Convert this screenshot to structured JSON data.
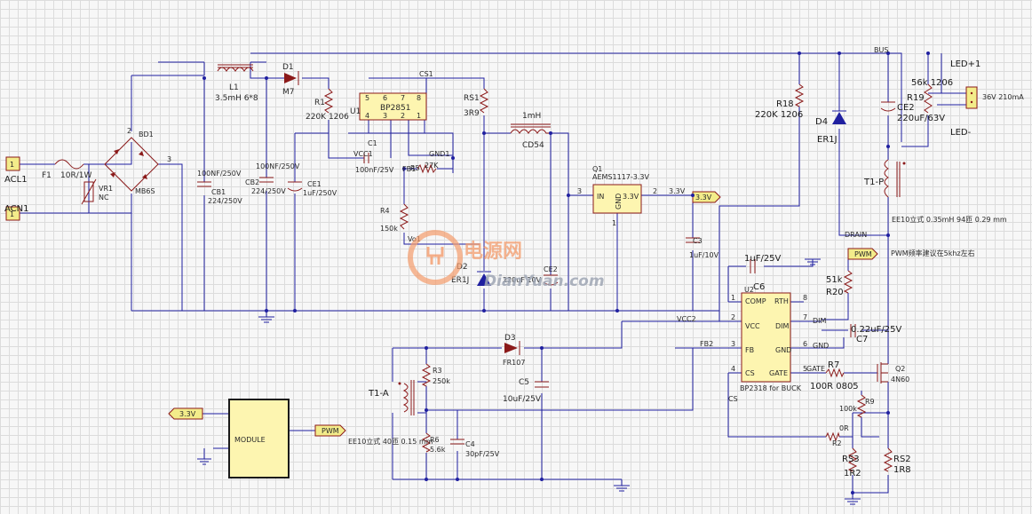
{
  "schematic": {
    "ports": {
      "acl": "ACL1",
      "acn": "ACN1",
      "led_plus": "LED+1",
      "led_minus": "LED-",
      "bus": "BUS",
      "drain": "DRAIN",
      "led_spec": "36V 210mA"
    },
    "fuse": {
      "ref": "F1",
      "value": "10R/1W"
    },
    "varistor": {
      "ref": "VR1",
      "value": "NC"
    },
    "bridge": {
      "ref": "BD1",
      "value": "MB6S",
      "pin2": "2",
      "pin3": "3"
    },
    "inductor_l1": {
      "ref": "L1",
      "value": "3.5mH 6*8"
    },
    "cb1": {
      "ref": "CB1",
      "value": "100NF/250V",
      "note": "224/250V"
    },
    "cb2": {
      "ref": "CB2",
      "value": "100NF/250V",
      "note": "224/250V"
    },
    "d1": {
      "ref": "D1",
      "value": "M7"
    },
    "r1": {
      "ref": "R1",
      "value": "220K 1206"
    },
    "u1": {
      "ref": "U1",
      "part": "BP2851",
      "pins": [
        "5",
        "6",
        "7",
        "8",
        "4",
        "3",
        "2",
        "1"
      ]
    },
    "cs1": "CS1",
    "c1": {
      "ref": "C1",
      "value": "100nF/25V"
    },
    "vcc1": "VCC1",
    "gnd1": "GND1",
    "ce1": {
      "ref": "CE1",
      "value": "1uF/250V"
    },
    "rs1": {
      "ref": "RS1",
      "value": "3R9"
    },
    "r5": {
      "ref": "R5",
      "value": "27K"
    },
    "fb1": "FB1",
    "r4": {
      "ref": "R4",
      "value": "150k"
    },
    "vo1": "Vo1",
    "l_1mh": {
      "ref": "CD54",
      "value": "1mH"
    },
    "d2": {
      "ref": "D2",
      "value": "ER1J"
    },
    "ce2b": {
      "ref": "CE2",
      "value": "220uF 10V"
    },
    "q1": {
      "ref": "Q1",
      "part": "AEMS1117-3.3V",
      "in": "IN",
      "out": "3.3V",
      "gnd": "GND",
      "pin_in": "3",
      "pin_out": "2",
      "pin_gnd": "1"
    },
    "net_33v": "3.3V",
    "c3": {
      "ref": "C3",
      "value": "1uF/10V"
    },
    "r18": {
      "ref": "R18",
      "value": "220K 1206"
    },
    "d4": {
      "ref": "D4",
      "value": "ER1J"
    },
    "r19": {
      "ref": "R19",
      "value": "56k 1206"
    },
    "ce2": {
      "ref": "CE2",
      "value": "220uF/63V"
    },
    "t1p": {
      "ref": "T1-P",
      "note": "EE10立式 0.35mH 94匝 0.29 mm"
    },
    "pwm_note": "PWM频率建议在5khz左右",
    "pwm": "PWM",
    "u2": {
      "ref": "U2",
      "part": "BP2318 for BUCK",
      "pins": {
        "comp": "COMP",
        "rth": "RTH",
        "vcc": "VCC",
        "dim": "DIM",
        "fb": "FB",
        "gnd": "GND",
        "cs": "CS",
        "gate": "GATE"
      },
      "pin_nums": [
        "1",
        "8",
        "2",
        "7",
        "3",
        "6",
        "4",
        "5"
      ]
    },
    "c6": {
      "ref": "C6",
      "value": "1uF/25V"
    },
    "r20": {
      "ref": "R20",
      "value": "51k"
    },
    "c7": {
      "ref": "C7",
      "value": "0.22uF/25V"
    },
    "vcc2": "VCC2",
    "fb2": "FB2",
    "dim": "DIM",
    "gnd": "GND",
    "gate": "GATE",
    "cs": "CS",
    "r7": {
      "ref": "R7",
      "value": "100R 0805"
    },
    "q2": {
      "ref": "Q2",
      "value": "4N60"
    },
    "r9": {
      "ref": "R9",
      "value": "100k"
    },
    "r2": {
      "ref": "R2",
      "value": "0R"
    },
    "rs3": {
      "ref": "RS3",
      "value": "1R2"
    },
    "rs2": {
      "ref": "RS2",
      "value": "1R8"
    },
    "d3": {
      "ref": "D3",
      "value": "FR107"
    },
    "t1a": {
      "ref": "T1-A",
      "note": "EE10立式 40匝 0.15 mm"
    },
    "r3": {
      "ref": "R3",
      "value": "250k"
    },
    "r6": {
      "ref": "R6",
      "value": "5.6k"
    },
    "c4": {
      "ref": "C4",
      "value": "30pF/25V"
    },
    "c5": {
      "ref": "C5",
      "value": "10uF/25V"
    },
    "module": {
      "label": "MODULE",
      "in": "3.3V",
      "out": "PWM"
    },
    "watermark": {
      "cn": "电源网",
      "en": "DianYuan.com"
    }
  }
}
